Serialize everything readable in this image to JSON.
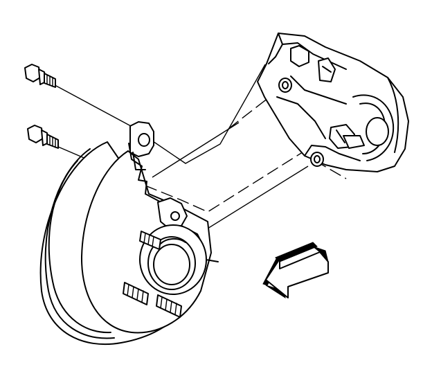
{
  "figure": {
    "labels": []
  },
  "parts": {
    "upper_bolt": {
      "kind": "caliper-mounting-bolt"
    },
    "lower_bolt": {
      "kind": "caliper-mounting-bolt"
    },
    "rotor": {
      "kind": "brake-rotor-and-hub"
    },
    "caliper": {
      "kind": "brake-caliper"
    },
    "arrow": {
      "kind": "direction-arrow"
    }
  },
  "colors": {
    "ink": "#000000",
    "paper": "#ffffff"
  }
}
